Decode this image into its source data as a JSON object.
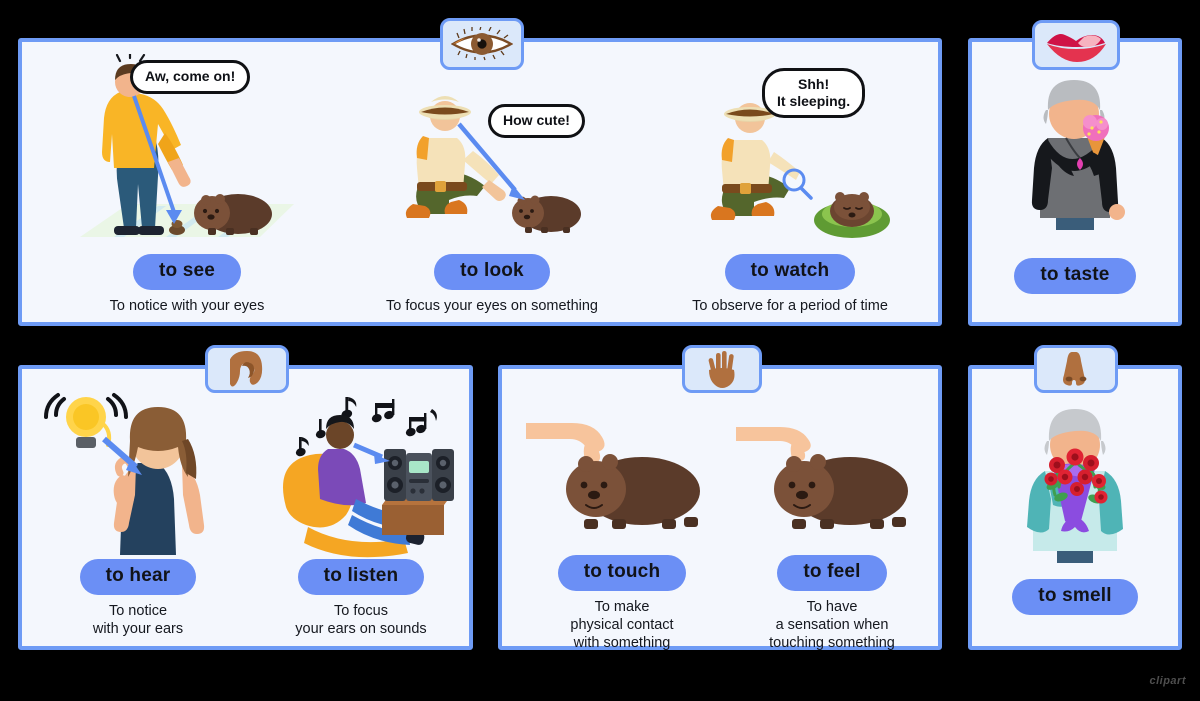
{
  "colors": {
    "panel_border": "#6e9bf5",
    "panel_fill": "#f4f7fd",
    "badge_fill": "#dbe8fa",
    "pill_fill": "#6b8ff5",
    "pill_text": "#111318",
    "text": "#15181f",
    "bubble_border": "#101114",
    "arrow": "#5b8bf0",
    "background": "#000000"
  },
  "watermark": {
    "text": "clipart"
  },
  "panels": [
    {
      "id": "sight",
      "badge_icon": "eye-icon",
      "badge_label": "eye",
      "cards": [
        {
          "word": "to see",
          "definition": "To notice with your eyes",
          "bubble": "Aw, come on!",
          "art": "man-looking-down-at-wombat"
        },
        {
          "word": "to look",
          "definition": "To focus your eyes on something",
          "bubble": "How cute!",
          "art": "kneeling-woman-looking-at-wombat"
        },
        {
          "word": "to watch",
          "definition": "To observe for a period of time",
          "bubble": "Shh!\nIt sleeping.",
          "art": "kneeling-woman-watching-sleeping-wombat"
        }
      ]
    },
    {
      "id": "taste",
      "badge_icon": "lips-icon",
      "badge_label": "lips",
      "cards": [
        {
          "word": "to taste",
          "definition": "",
          "bubble": "",
          "art": "person-eating-ice-cream"
        }
      ]
    },
    {
      "id": "hearing",
      "badge_icon": "ear-icon",
      "badge_label": "ear",
      "cards": [
        {
          "word": "to hear",
          "definition": "To notice\nwith your ears",
          "bubble": "",
          "art": "woman-hearing-alarm-bell"
        },
        {
          "word": "to listen",
          "definition": "To focus\nyour ears on sounds",
          "bubble": "",
          "art": "man-on-beanbag-listening-to-stereo"
        }
      ]
    },
    {
      "id": "touch",
      "badge_icon": "hand-icon",
      "badge_label": "hand",
      "cards": [
        {
          "word": "to touch",
          "definition": "To make\nphysical contact\nwith something",
          "bubble": "",
          "art": "hand-touching-wombat"
        },
        {
          "word": "to feel",
          "definition": "To have\na sensation when\ntouching something",
          "bubble": "",
          "art": "hand-feeling-wombat"
        }
      ]
    },
    {
      "id": "smell",
      "badge_icon": "nose-icon",
      "badge_label": "nose",
      "cards": [
        {
          "word": "to smell",
          "definition": "",
          "bubble": "",
          "art": "person-smelling-bouquet-of-roses"
        }
      ]
    }
  ]
}
